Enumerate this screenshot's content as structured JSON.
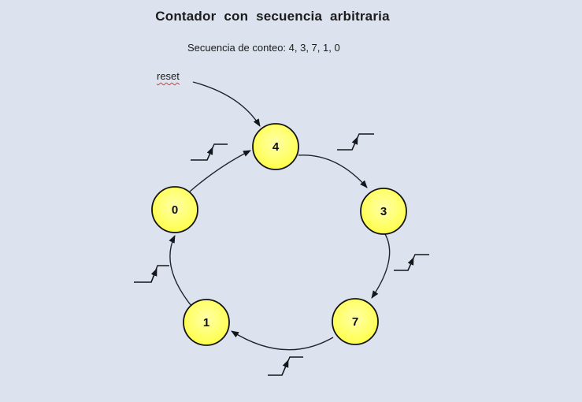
{
  "slide": {
    "title": "Contador con secuencia arbitraria",
    "subtitle": "Secuencia de conteo: 4, 3, 7, 1, 0",
    "reset_label": "reset"
  },
  "diagram": {
    "sequence": [
      "4",
      "3",
      "7",
      "1",
      "0"
    ],
    "states": [
      {
        "id": "state-4",
        "label": "4",
        "position": "top"
      },
      {
        "id": "state-3",
        "label": "3",
        "position": "right"
      },
      {
        "id": "state-7",
        "label": "7",
        "position": "bottom-right"
      },
      {
        "id": "state-1",
        "label": "1",
        "position": "bottom-left"
      },
      {
        "id": "state-0",
        "label": "0",
        "position": "left"
      }
    ],
    "transitions": [
      {
        "from": "4",
        "to": "3"
      },
      {
        "from": "3",
        "to": "7"
      },
      {
        "from": "7",
        "to": "1"
      },
      {
        "from": "1",
        "to": "0"
      },
      {
        "from": "0",
        "to": "4"
      },
      {
        "from": "reset",
        "to": "4"
      }
    ],
    "clock_edge_symbol": "rising-clock-edge",
    "colors": {
      "background": "#dce3ee",
      "state_fill": "#ffff66",
      "stroke": "#20242e",
      "reset_underline": "#e03c31"
    }
  }
}
